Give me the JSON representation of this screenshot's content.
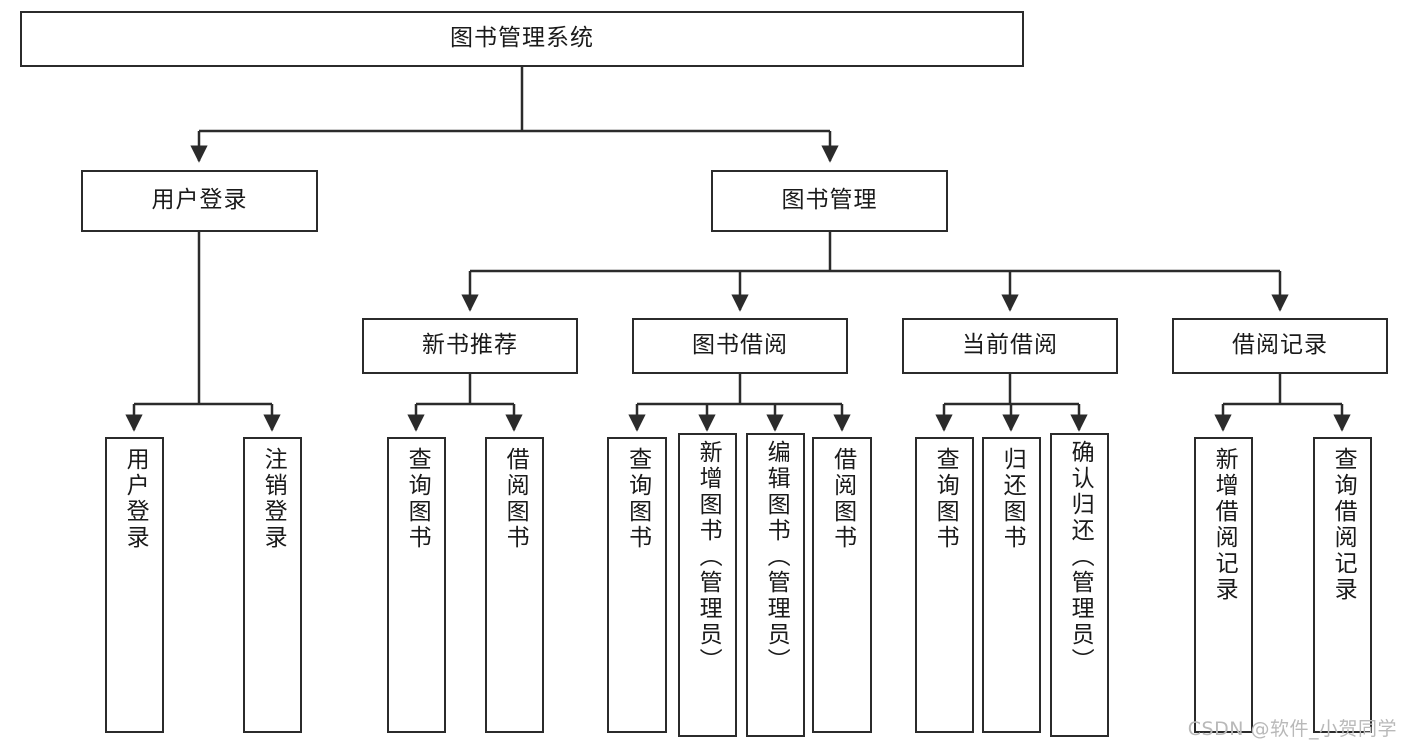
{
  "diagram": {
    "title": "图书管理系统",
    "type": "tree-hierarchy",
    "root": {
      "label": "图书管理系统"
    },
    "level2": [
      {
        "label": "用户登录"
      },
      {
        "label": "图书管理"
      }
    ],
    "level3": [
      {
        "label": "新书推荐"
      },
      {
        "label": "图书借阅"
      },
      {
        "label": "当前借阅"
      },
      {
        "label": "借阅记录"
      }
    ],
    "leaves": {
      "user_login": [
        {
          "label": "用户登录"
        },
        {
          "label": "注销登录"
        }
      ],
      "new_book_recommend": [
        {
          "label": "查询图书"
        },
        {
          "label": "借阅图书"
        }
      ],
      "book_borrow": [
        {
          "label": "查询图书"
        },
        {
          "label": "新增图书（管理员）"
        },
        {
          "label": "编辑图书（管理员）"
        },
        {
          "label": "借阅图书"
        }
      ],
      "current_borrow": [
        {
          "label": "查询图书"
        },
        {
          "label": "归还图书"
        },
        {
          "label": "确认归还（管理员）"
        }
      ],
      "borrow_record": [
        {
          "label": "新增借阅记录"
        },
        {
          "label": "查询借阅记录"
        }
      ]
    }
  },
  "watermark": {
    "text": "CSDN @软件_小贺同学"
  },
  "colors": {
    "border": "#2b2b2b",
    "text": "#1a1a1a",
    "background": "#ffffff",
    "connector": "#2b2b2b",
    "watermark": "#b9b9b9"
  }
}
